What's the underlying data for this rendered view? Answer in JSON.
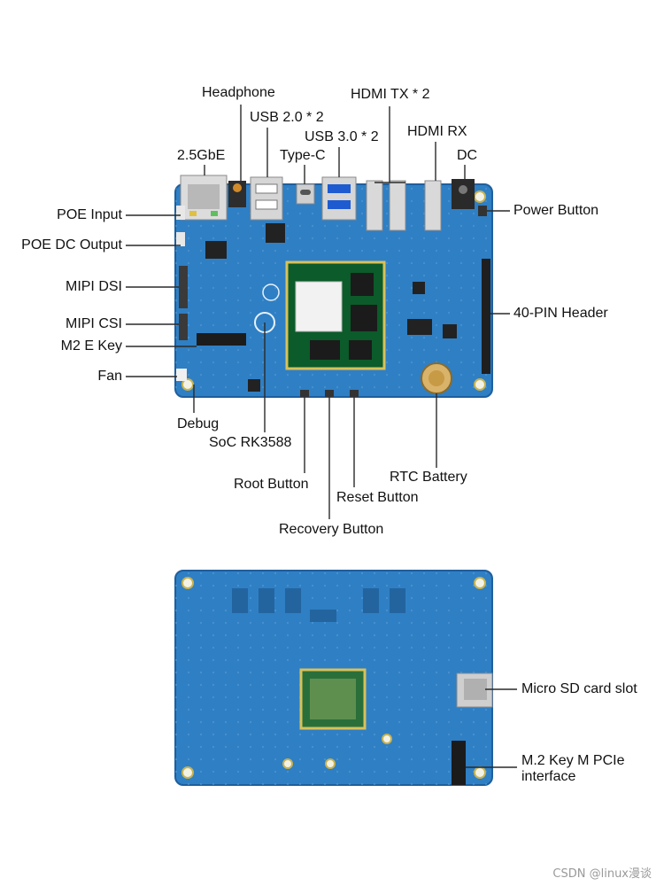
{
  "labels": {
    "headphone": "Headphone",
    "usb2": "USB 2.0 * 2",
    "hdmi_tx": "HDMI TX * 2",
    "usb3": "USB 3.0 * 2",
    "hdmi_rx": "HDMI RX",
    "gbe": "2.5GbE",
    "type_c": "Type-C",
    "dc": "DC",
    "poe_input": "POE Input",
    "power_button": "Power Button",
    "poe_dc_output": "POE DC Output",
    "mipi_dsi": "MIPI DSI",
    "pin_header": "40-PIN Header",
    "mipi_csi": "MIPI CSI",
    "m2_e_key": "M2 E Key",
    "fan": "Fan",
    "debug": "Debug",
    "soc": "SoC RK3588",
    "rtc_battery": "RTC Battery",
    "root_button": "Root Button",
    "reset_button": "Reset Button",
    "recovery_button": "Recovery Button",
    "micro_sd": "Micro SD card slot",
    "m2_key_m": "M.2 Key M PCIe interface"
  },
  "watermark": "CSDN @linux漫谈",
  "colors": {
    "pcb": "#2f7fc4",
    "pcb_dark": "#1e5f9e",
    "silk": "#e8f1f9",
    "gold": "#d8c15a",
    "line": "#2a2a2a"
  }
}
